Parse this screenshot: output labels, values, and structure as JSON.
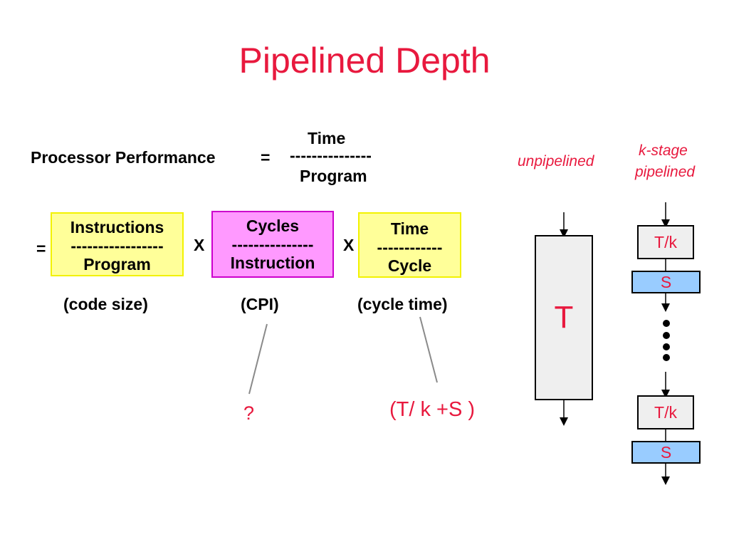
{
  "title": "Pipelined Depth",
  "equation": {
    "label": "Processor Performance",
    "equals": "=",
    "numerator": "Time",
    "divider": "---------------",
    "denominator": "Program"
  },
  "expansion": {
    "equals": "=",
    "times": "X",
    "terms": [
      {
        "top": "Instructions",
        "divider": "-----------------",
        "bottom": "Program",
        "note": "(code size)",
        "color": "#ffff99"
      },
      {
        "top": "Cycles",
        "divider": "---------------",
        "bottom": "Instruction",
        "note": "(CPI)",
        "color": "#ff99ff"
      },
      {
        "top": "Time",
        "divider": "------------",
        "bottom": "Cycle",
        "note": "(cycle time)",
        "color": "#ffff99"
      }
    ]
  },
  "answers": {
    "cpi": "?",
    "cycle_time": "(T/ k +S )"
  },
  "pipeline": {
    "unpipelined_label": "unpipelined",
    "kstage_label_line1": "k-stage",
    "kstage_label_line2": "pipelined",
    "single_stage": "T",
    "stage_label": "T/k",
    "latch_label": "S",
    "stage_color": "#efefef",
    "latch_color": "#99ccff"
  },
  "colors": {
    "accent": "#e8193e"
  }
}
